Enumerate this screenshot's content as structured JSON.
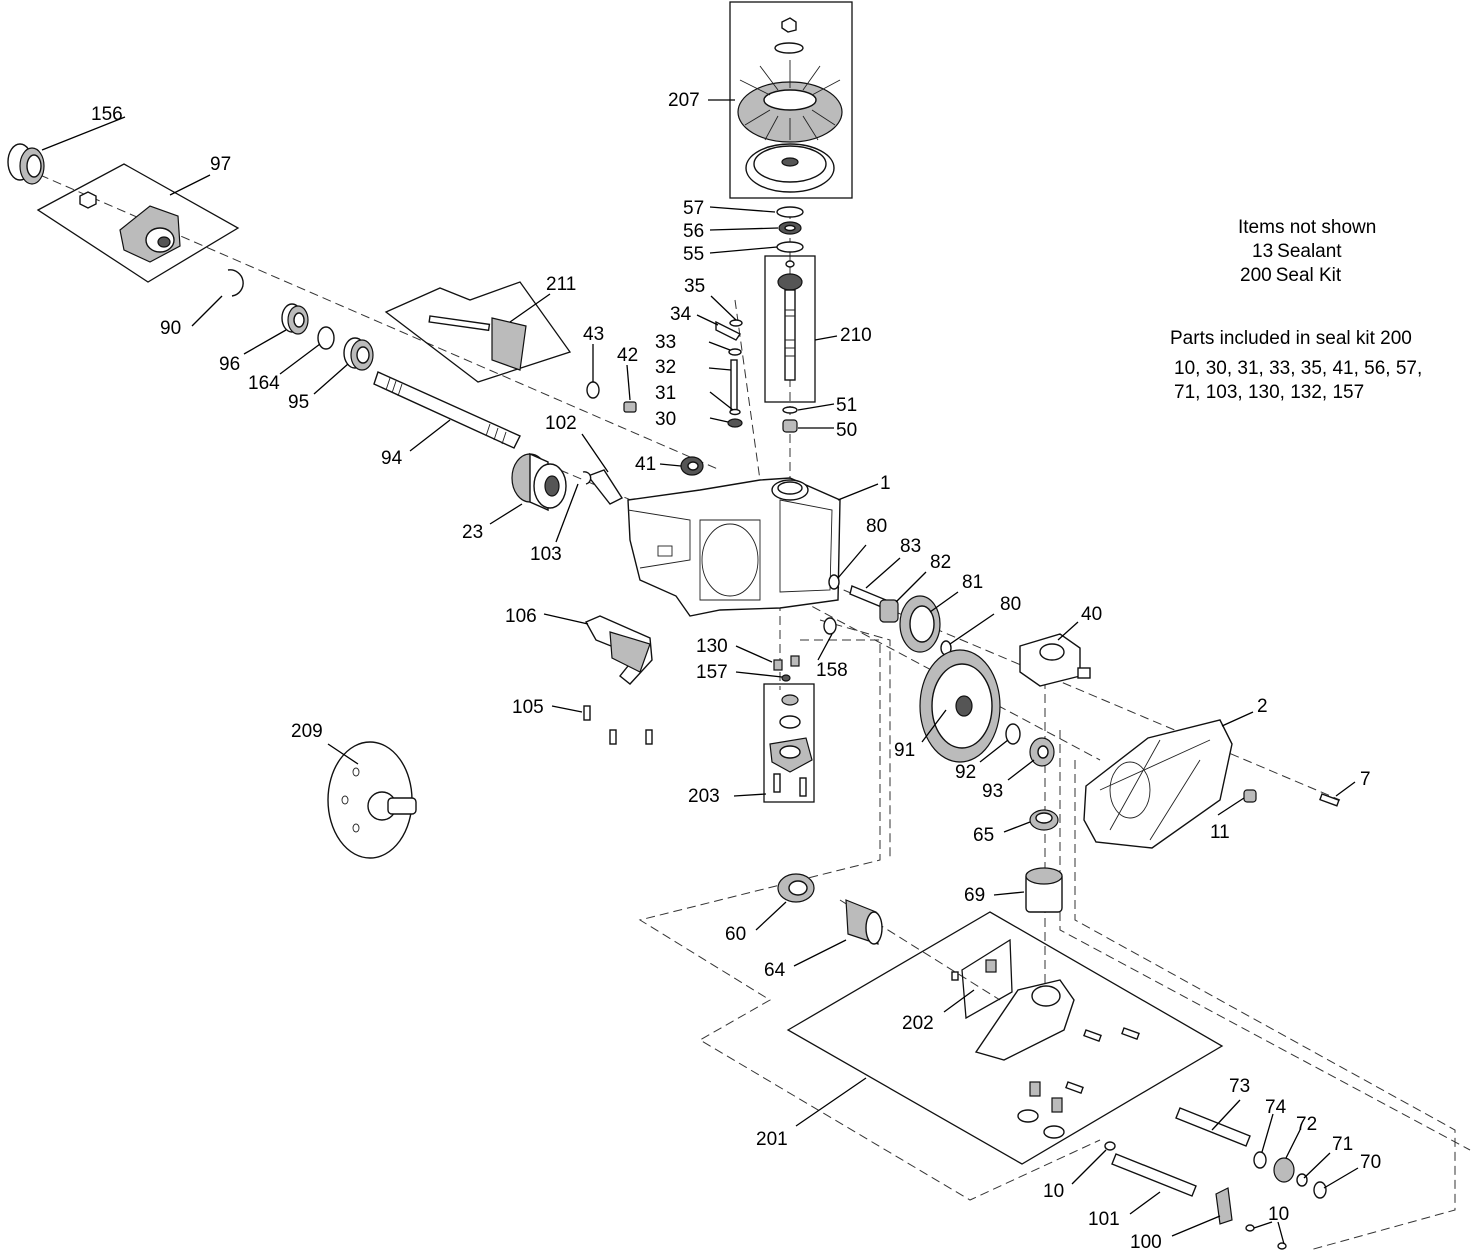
{
  "notes": {
    "not_shown_title": "Items not shown",
    "not_shown_items": [
      {
        "num": "13",
        "name": "Sealant"
      },
      {
        "num": "200",
        "name": "Seal Kit"
      }
    ],
    "seal_kit_title": "Parts included in seal kit 200",
    "seal_kit_lines": [
      "10, 30, 31, 33, 35, 41, 56, 57,",
      "71, 103, 130, 132, 157"
    ]
  },
  "callouts": {
    "c1": "1",
    "c2": "2",
    "c7": "7",
    "c10a": "10",
    "c10b": "10",
    "c11": "11",
    "c23": "23",
    "c30": "30",
    "c31": "31",
    "c32": "32",
    "c33": "33",
    "c34": "34",
    "c35": "35",
    "c40": "40",
    "c41": "41",
    "c42": "42",
    "c43": "43",
    "c50": "50",
    "c51": "51",
    "c55": "55",
    "c56": "56",
    "c57": "57",
    "c60": "60",
    "c64": "64",
    "c65": "65",
    "c69": "69",
    "c70": "70",
    "c71": "71",
    "c72": "72",
    "c73": "73",
    "c74": "74",
    "c80a": "80",
    "c80b": "80",
    "c81": "81",
    "c82": "82",
    "c83": "83",
    "c90": "90",
    "c91": "91",
    "c92": "92",
    "c93": "93",
    "c94": "94",
    "c95": "95",
    "c96": "96",
    "c97": "97",
    "c100": "100",
    "c101": "101",
    "c102": "102",
    "c103": "103",
    "c105": "105",
    "c106": "106",
    "c130": "130",
    "c156": "156",
    "c157": "157",
    "c158": "158",
    "c164": "164",
    "c201": "201",
    "c202": "202",
    "c203": "203",
    "c207": "207",
    "c209": "209",
    "c210": "210",
    "c211": "211"
  }
}
